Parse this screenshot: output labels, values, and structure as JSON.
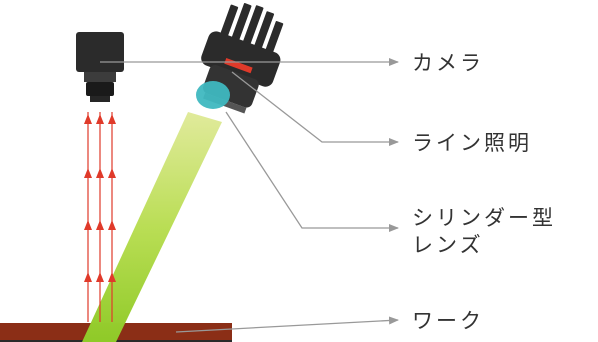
{
  "labels": {
    "camera": "カメラ",
    "line_light": "ライン照明",
    "cylinder_lens_line1": "シリンダー型",
    "cylinder_lens_line2": "レンズ",
    "work": "ワーク"
  },
  "colors": {
    "beam_green": "#9bd12a",
    "reflected_ray": "#e03a2a",
    "work_surface": "#8b2e16",
    "device_body": "#2b2b2b",
    "lens": "#3fb8c0",
    "leader_line": "#999999",
    "label_text": "#333333"
  }
}
